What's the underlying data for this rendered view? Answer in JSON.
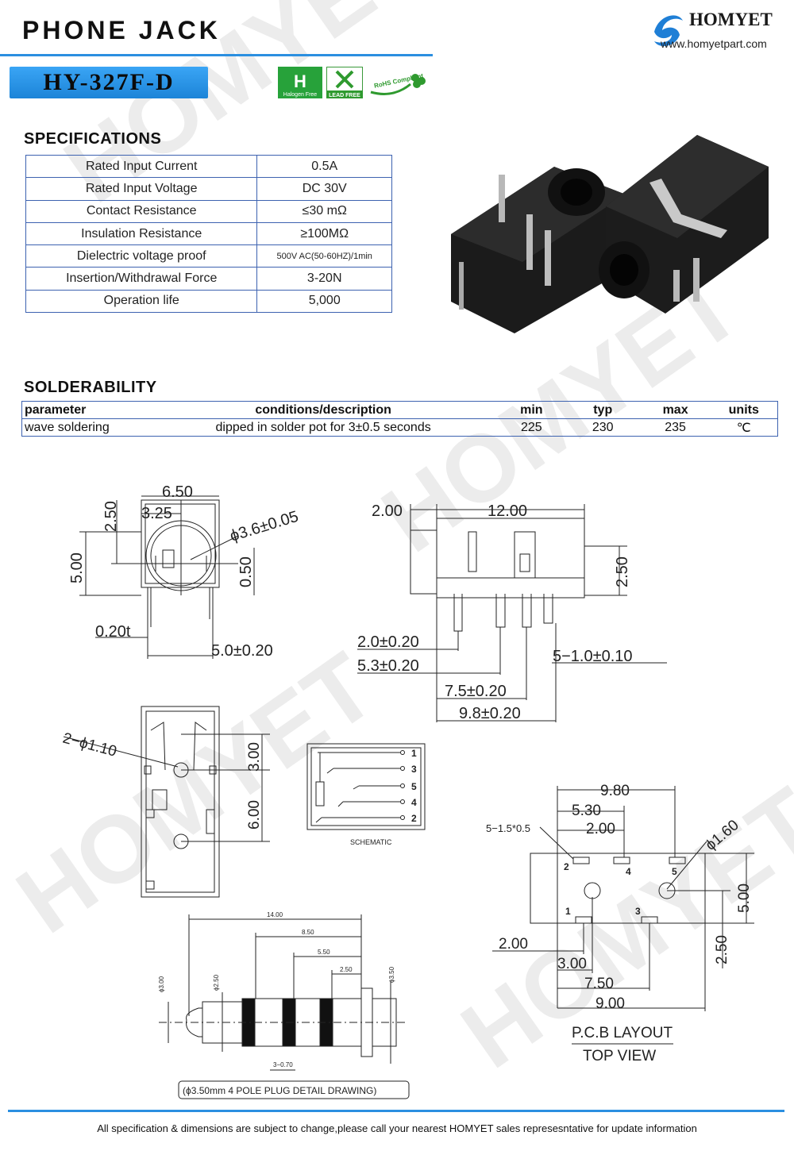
{
  "header": {
    "title": "PHONE JACK",
    "brand": "HOMYET",
    "website": "www.homyetpart.com",
    "model": "HY-327F-D",
    "accent_color": "#2b8fe0"
  },
  "certifications": [
    {
      "icon": "halogen-free-icon",
      "label": "Halogen Free"
    },
    {
      "icon": "lead-free-icon",
      "label": "LEAD FREE"
    },
    {
      "icon": "rohs-icon",
      "label": "RoHS Compliant"
    }
  ],
  "specifications": {
    "heading": "SPECIFICATIONS",
    "rows": [
      {
        "param": "Rated Input Current",
        "value": "0.5A"
      },
      {
        "param": "Rated Input Voltage",
        "value": "DC  30V"
      },
      {
        "param": "Contact Resistance",
        "value": "≤30  mΩ"
      },
      {
        "param": "Insulation Resistance",
        "value": "≥100MΩ"
      },
      {
        "param": "Dielectric voltage proof",
        "value": "500V AC(50-60HZ)/1min"
      },
      {
        "param": "Insertion/Withdrawal Force",
        "value": "3-20N"
      },
      {
        "param": "Operation life",
        "value": "5,000"
      }
    ]
  },
  "solderability": {
    "heading": "SOLDERABILITY",
    "headers": {
      "parameter": "parameter",
      "conditions": "conditions/description",
      "min": "min",
      "typ": "typ",
      "max": "max",
      "units": "units"
    },
    "row": {
      "parameter": "wave soldering",
      "conditions": "dipped in solder pot for 3±0.5 seconds",
      "min": "225",
      "typ": "230",
      "max": "235",
      "units": "℃"
    }
  },
  "drawings": {
    "front": {
      "d650": "6.50",
      "d325": "3.25",
      "d250": "2.50",
      "d500": "5.00",
      "d050": "0.50",
      "dia": "ϕ3.6±0.05",
      "d020": "0.20t",
      "d50": "5.0±0.20"
    },
    "side": {
      "d200": "2.00",
      "d1200": "12.00",
      "d250": "2.50",
      "d20": "2.0±0.20",
      "d53": "5.3±0.20",
      "d10": "5−1.0±0.10",
      "d75": "7.5±0.20",
      "d98": "9.8±0.20"
    },
    "bottom": {
      "holes": "2−ϕ1.10",
      "d300": "3.00",
      "d600": "6.00"
    },
    "schematic": {
      "label": "SCHEMATIC",
      "pins": [
        "1",
        "3",
        "5",
        "4",
        "2"
      ]
    },
    "pcb": {
      "d980": "9.80",
      "d530": "5.30",
      "d200": "2.00",
      "pads": "5−1.5*0.5",
      "dia": "ϕ1.60",
      "d500": "5.00",
      "d250": "2.50",
      "d200b": "2.00",
      "d300": "3.00",
      "d750": "7.50",
      "d900": "9.00",
      "pins": [
        "2",
        "4",
        "5",
        "1",
        "3"
      ],
      "title1": "P.C.B  LAYOUT",
      "title2": "TOP  VIEW"
    },
    "plug": {
      "d1400": "14.00",
      "d850": "8.50",
      "d550": "5.50",
      "d250": "2.50",
      "dia350": "ϕ3.50",
      "dia300": "ϕ3.00",
      "dia250": "ϕ2.50",
      "d370": "3−0.70",
      "caption": "(ϕ3.50mm  4  POLE  PLUG  DETAIL  DRAWING)"
    }
  },
  "footer": {
    "note": "All specification & dimensions are subject to change,please call your nearest HOMYET sales represesntative for update information"
  }
}
